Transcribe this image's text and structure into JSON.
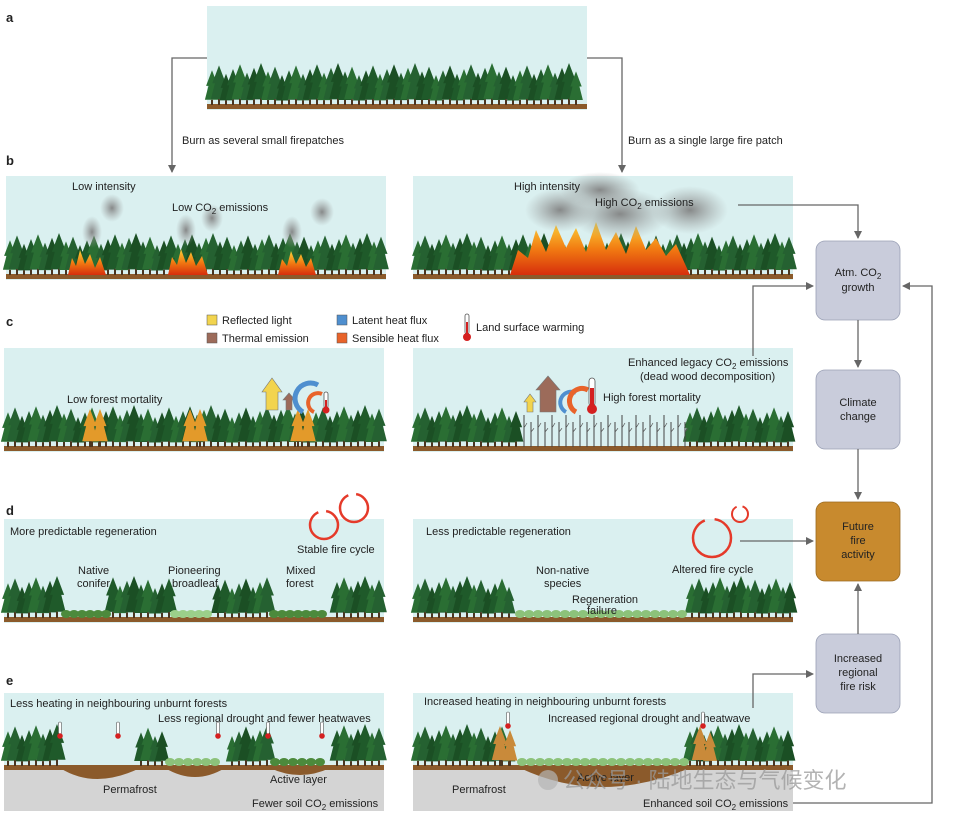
{
  "panel_labels": [
    "a",
    "b",
    "c",
    "d",
    "e"
  ],
  "arrows_text": {
    "left": "Burn as several small firepatches",
    "right": "Burn as a single large fire patch"
  },
  "panel_b": {
    "left_intensity": "Low intensity",
    "left_emissions_pre": "Low CO",
    "left_emissions_sub": "2",
    "left_emissions_post": " emissions",
    "right_intensity": "High intensity",
    "right_emissions_pre": "High CO",
    "right_emissions_sub": "2",
    "right_emissions_post": " emissions"
  },
  "legend": {
    "reflected_light": "Reflected light",
    "thermal_emission": "Thermal emission",
    "latent_heat_flux": "Latent heat flux",
    "sensible_heat_flux": "Sensible heat flux",
    "land_surface_warming": "Land surface warming",
    "colors": {
      "reflected": "#f2d44e",
      "thermal": "#9c6b5a",
      "latent": "#4f8fcf",
      "sensible": "#e8632a"
    }
  },
  "panel_c": {
    "left_mortality": "Low forest mortality",
    "right_mortality": "High forest mortality",
    "legacy_line1_pre": "Enhanced legacy CO",
    "legacy_line1_sub": "2",
    "legacy_line1_post": " emissions",
    "legacy_line2": "(dead wood decomposition)"
  },
  "panel_d": {
    "left_title": "More predictable regeneration",
    "stable_cycle": "Stable fire cycle",
    "native_1": "Native",
    "native_2": "conifer",
    "pioneer_1": "Pioneering",
    "pioneer_2": "broadleaf",
    "mixed_1": "Mixed",
    "mixed_2": "forest",
    "right_title": "Less predictable regeneration",
    "altered_cycle": "Altered fire cycle",
    "nonnative_1": "Non-native",
    "nonnative_2": "species",
    "regen_1": "Regeneration",
    "regen_2": "failure"
  },
  "panel_e": {
    "left_heating": "Less heating in neighbouring unburnt forests",
    "left_drought": "Less regional drought and fewer heatwaves",
    "left_active": "Active layer",
    "left_permafrost": "Permafrost",
    "left_soil_pre": "Fewer soil CO",
    "left_soil_sub": "2",
    "left_soil_post": " emissions",
    "right_heating": "Increased heating in neighbouring unburnt forests",
    "right_drought": "Increased regional drought and heatwave",
    "right_active": "Active layer",
    "right_permafrost": "Permafrost",
    "right_soil_pre": "Enhanced soil CO",
    "right_soil_sub": "2",
    "right_soil_post": " emissions"
  },
  "side_boxes": {
    "atm_1_pre": "Atm. CO",
    "atm_1_sub": "2",
    "atm_2": "growth",
    "climate_1": "Climate",
    "climate_2": "change",
    "future_1": "Future",
    "future_2": "fire",
    "future_3": "activity",
    "risk_1": "Increased",
    "risk_2": "regional",
    "risk_3": "fire risk",
    "colors": {
      "gray_box": "#c9ccdb",
      "future_box": "#c88a2e"
    }
  },
  "watermark": "公众号 · 陆地生态与气候变化"
}
